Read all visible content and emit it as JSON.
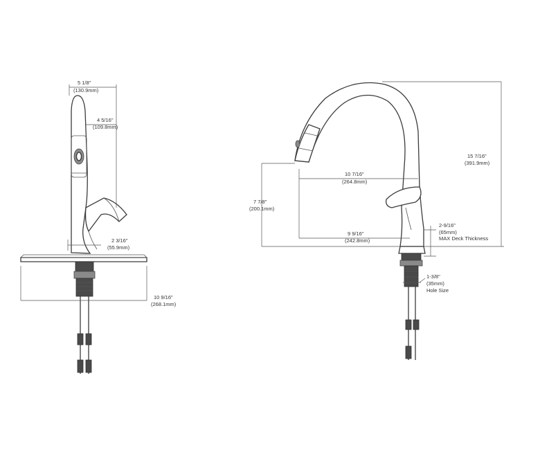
{
  "side_view": {
    "width_in": "5 1/8\"",
    "width_mm": "(130.9mm)",
    "spout_in": "4 5/16\"",
    "spout_mm": "(109.8mm)",
    "handle_in": "2 3/16\"",
    "handle_mm": "(55.9mm)",
    "total_in": "10 9/16\"",
    "total_mm": "(268.1mm)"
  },
  "front_view": {
    "height_in": "15 7/16\"",
    "height_mm": "(391.9mm)",
    "reach_in": "10 7/16\"",
    "reach_mm": "(264.8mm)",
    "spout_height_in": "7 7/8\"",
    "spout_height_mm": "(200.1mm)",
    "base_reach_in": "9 9/16\"",
    "base_reach_mm": "(242.8mm)",
    "deck_in": "2-9/16\"",
    "deck_mm": "(65mm)",
    "deck_label": "MAX Deck Thickness",
    "hole_in": "1-3/8\"",
    "hole_mm": "(35mm)",
    "hole_label": "Hole Size"
  }
}
